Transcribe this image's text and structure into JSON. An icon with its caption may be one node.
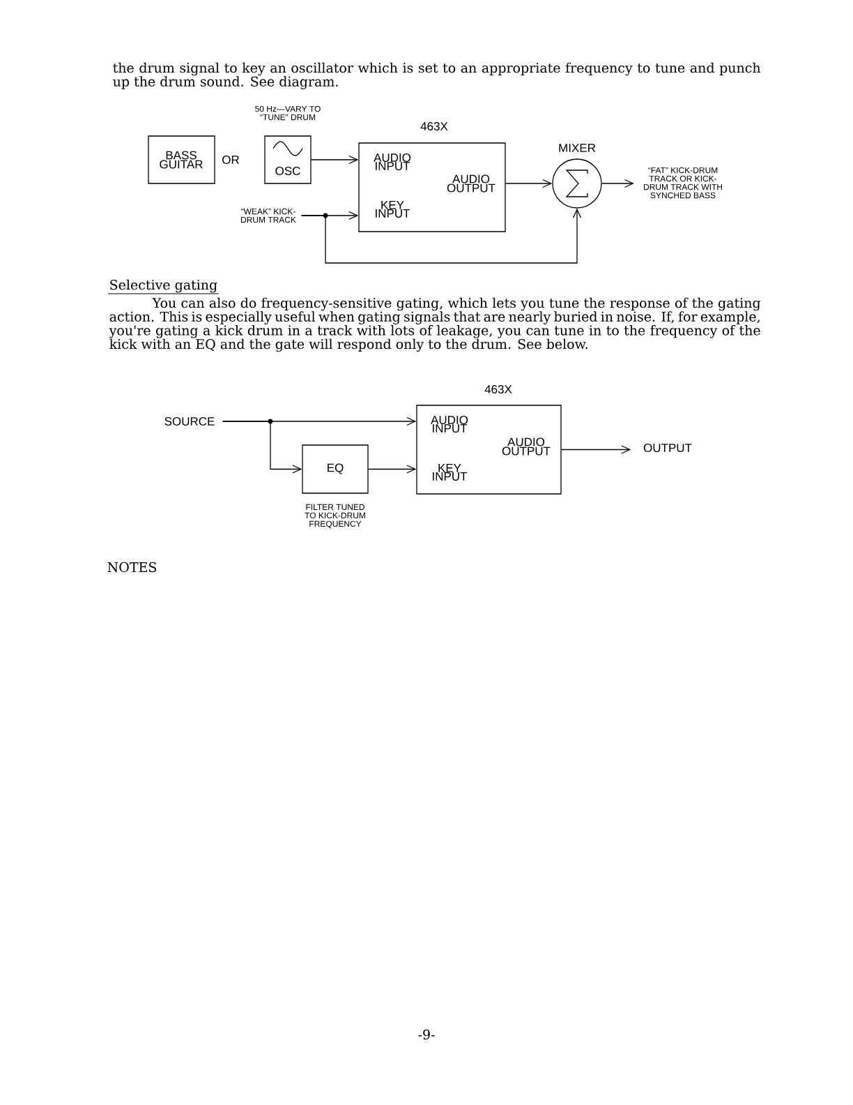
{
  "diagram": {
    "nodes": [
      {
        "text": [
          "BASS GUITAR"
        ]
      },
      {
        "text": [
          "OSC"
        ],
        "beside": [
          "50 Hz—VARY TO “TUNE” DRUM"
        ]
      },
      {
        "text": [
          "463X",
          "AUDIO INPUT",
          "AUDIO OUTPUT",
          "KEY INPUT"
        ]
      },
      {
        "text": [
          "“WEAK” KICK-DRUM TRACK"
        ]
      },
      {
        "text": [
          "MIXER"
        ]
      },
      {
        "text": [
          "“FAT” KICK-DRUM TRACK OR KICK-DRUM TRACK WITH SYNCHED BASS"
        ]
      },
      {
        "text": [
          "SOURCE"
        ]
      },
      {
        "text": [
          "EQ"
        ],
        "beside": [
          "FILTER TUNED TO KICK-DRUM FREQUENCY"
        ]
      },
      {
        "text": [
          "463X",
          "AUDIO INPUT",
          "AUDIO OUTPUT",
          "KEY INPUT"
        ]
      },
      {
        "text": [
          "OUTPUT"
        ]
      }
    ],
    "edges": [
      {
        "from": 1,
        "to": 2,
        "arrow": "to"
      },
      {
        "from": 3,
        "to": 2,
        "arrow": "to"
      },
      {
        "from": 3,
        "to": 4,
        "arrow": "to"
      },
      {
        "from": 2,
        "to": 4,
        "arrow": "to"
      },
      {
        "from": 4,
        "to": 5,
        "arrow": "to"
      },
      {
        "from": 6,
        "to": 8,
        "arrow": "to"
      },
      {
        "from": 6,
        "to": 7,
        "arrow": "to"
      },
      {
        "from": 7,
        "to": 8,
        "arrow": "to"
      },
      {
        "from": 8,
        "to": 9,
        "arrow": "to"
      }
    ],
    "labels": [
      "the drum signal to key an oscillator which is set to an appropriate frequency to tune and punch up the drum sound. See diagram.",
      "OR",
      "Selective gating",
      "You can also do frequency-sensitive gating, which lets you tune the response of the gating action. This is especially useful when gating signals that are nearly buried in noise. If, for example, you're gating a kick drum in a track with lots of leakage, you can tune in to the frequency of the kick with an EQ and the gate will respond only to the drum. See below.",
      "NOTES",
      "-9-"
    ]
  }
}
